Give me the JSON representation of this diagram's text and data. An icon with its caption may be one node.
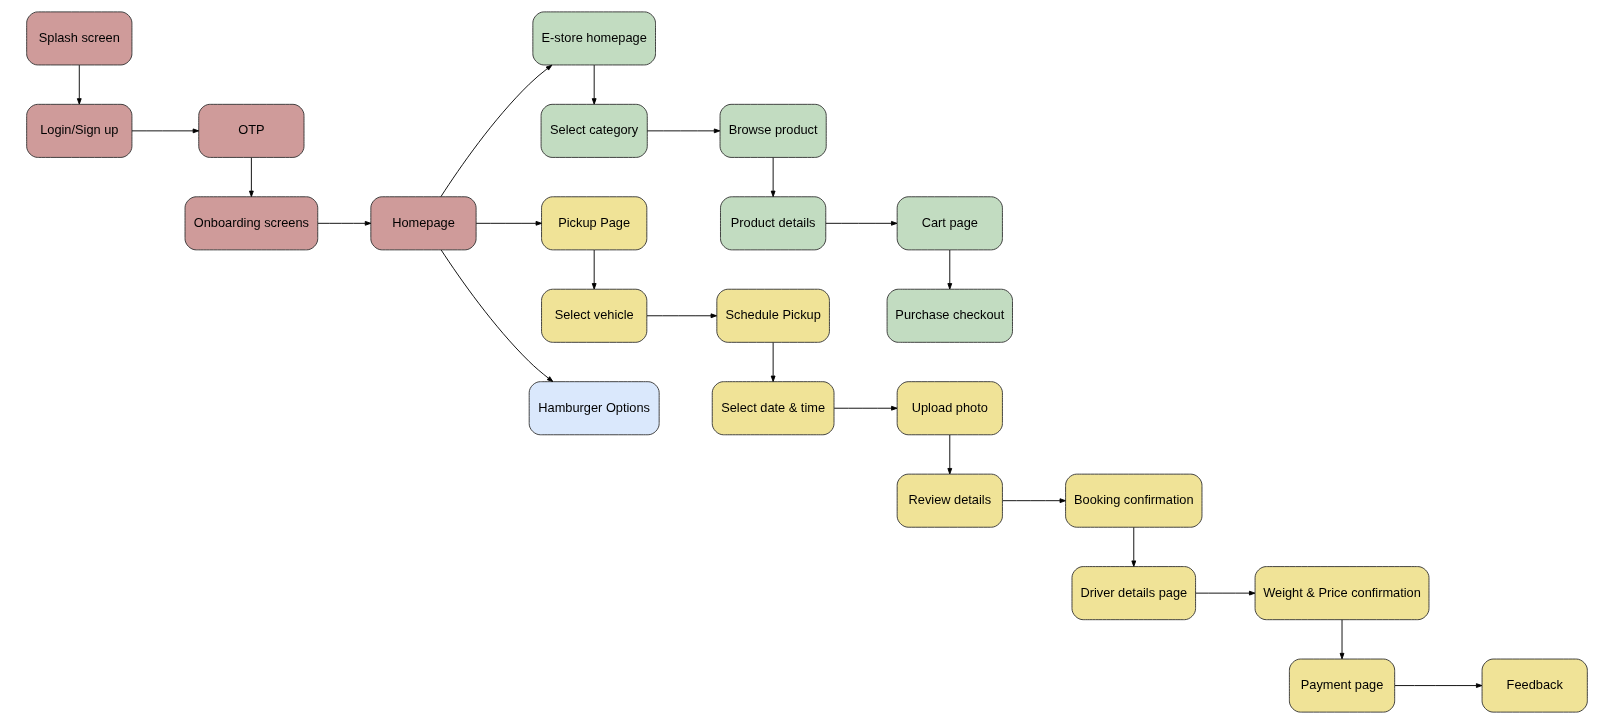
{
  "diagram": {
    "nodes": [
      {
        "text": [
          "Splash screen"
        ]
      },
      {
        "text": [
          "Login/Sign up"
        ]
      },
      {
        "text": [
          "OTP"
        ]
      },
      {
        "text": [
          "Onboarding screens"
        ]
      },
      {
        "text": [
          "Homepage"
        ]
      },
      {
        "text": [
          "E-store homepage"
        ]
      },
      {
        "text": [
          "Select category"
        ]
      },
      {
        "text": [
          "Browse product"
        ]
      },
      {
        "text": [
          "Product details"
        ]
      },
      {
        "text": [
          "Cart page"
        ]
      },
      {
        "text": [
          "Purchase checkout"
        ]
      },
      {
        "text": [
          "Pickup Page"
        ]
      },
      {
        "text": [
          "Select vehicle"
        ]
      },
      {
        "text": [
          "Schedule Pickup"
        ]
      },
      {
        "text": [
          "Select date & time"
        ]
      },
      {
        "text": [
          "Upload photo"
        ]
      },
      {
        "text": [
          "Review details"
        ]
      },
      {
        "text": [
          "Booking confirmation"
        ]
      },
      {
        "text": [
          "Driver details page"
        ]
      },
      {
        "text": [
          "Weight & Price confirmation"
        ]
      },
      {
        "text": [
          "Payment page"
        ]
      },
      {
        "text": [
          "Feedback"
        ]
      },
      {
        "text": [
          "Hamburger Options"
        ]
      }
    ],
    "edges": [
      {
        "from": 0,
        "to": 1,
        "arrow": "to"
      },
      {
        "from": 1,
        "to": 2,
        "arrow": "to"
      },
      {
        "from": 2,
        "to": 3,
        "arrow": "to"
      },
      {
        "from": 3,
        "to": 4,
        "arrow": "to"
      },
      {
        "from": 4,
        "to": 5,
        "arrow": "to"
      },
      {
        "from": 4,
        "to": 11,
        "arrow": "to"
      },
      {
        "from": 4,
        "to": 22,
        "arrow": "to"
      },
      {
        "from": 5,
        "to": 6,
        "arrow": "to"
      },
      {
        "from": 6,
        "to": 7,
        "arrow": "to"
      },
      {
        "from": 7,
        "to": 8,
        "arrow": "to"
      },
      {
        "from": 8,
        "to": 9,
        "arrow": "to"
      },
      {
        "from": 9,
        "to": 10,
        "arrow": "to"
      },
      {
        "from": 11,
        "to": 12,
        "arrow": "to"
      },
      {
        "from": 12,
        "to": 13,
        "arrow": "to"
      },
      {
        "from": 13,
        "to": 14,
        "arrow": "to"
      },
      {
        "from": 14,
        "to": 15,
        "arrow": "to"
      },
      {
        "from": 15,
        "to": 16,
        "arrow": "to"
      },
      {
        "from": 16,
        "to": 17,
        "arrow": "to"
      },
      {
        "from": 17,
        "to": 18,
        "arrow": "to"
      },
      {
        "from": 18,
        "to": 19,
        "arrow": "to"
      },
      {
        "from": 19,
        "to": 20,
        "arrow": "to"
      },
      {
        "from": 20,
        "to": 21,
        "arrow": "to"
      }
    ]
  }
}
